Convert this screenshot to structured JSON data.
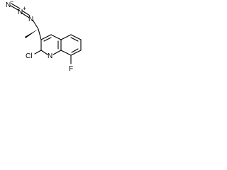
{
  "molecule": {
    "atoms": {
      "azide_n1": "N",
      "azide_n2": "N",
      "azide_n3": "N",
      "ring_n": "N",
      "chlorine": "Cl",
      "fluorine": "F"
    },
    "charges": {
      "azide_minus": "−",
      "azide_plus": "+"
    }
  },
  "colors": {
    "bond": "#000000",
    "background": "#ffffff"
  }
}
